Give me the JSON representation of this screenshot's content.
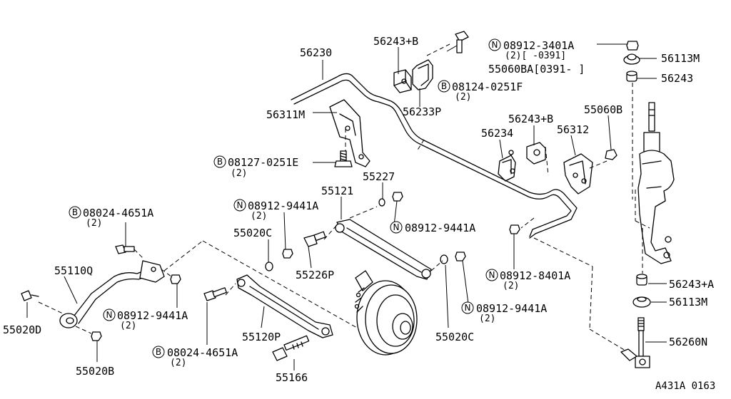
{
  "diagram": {
    "ref_code": "A431A 0163",
    "labels": {
      "p56230": "56230",
      "p56311M": "56311M",
      "b08127": "08127-0251E",
      "b08127_qty": "(2)",
      "p56243B_top": "56243+B",
      "b08124": "08124-0251F",
      "b08124_qty": "(2)",
      "p56233P": "56233P",
      "n08912_3401A": "08912-3401A",
      "n08912_3401A_qty": "(2)[      -0391]",
      "p55060BA": "55060BA[0391-      ]",
      "p56113M_top": "56113M",
      "p56243_top": "56243",
      "p56243B_mid": "56243+B",
      "p56234": "56234",
      "p56312": "56312",
      "p55060B": "55060B",
      "p55227": "55227",
      "p55121": "55121",
      "n08912_9441A_a": "08912-9441A",
      "n08912_9441A_a_qty": "(2)",
      "n08912_9441A_b": "08912-9441A",
      "p55020C_left": "55020C",
      "p55226P": "55226P",
      "b08024_top": "08024-4651A",
      "b08024_top_qty": "(2)",
      "p55110Q": "55110Q",
      "p55020D": "55020D",
      "n08912_9441A_c": "08912-9441A",
      "n08912_9441A_c_qty": "(2)",
      "p55020B": "55020B",
      "p55120P": "55120P",
      "b08024_bot": "08024-4651A",
      "b08024_bot_qty": "(2)",
      "p55166": "55166",
      "p55020C_right": "55020C",
      "n08912_9441A_d": "08912-9441A",
      "n08912_9441A_d_qty": "(2)",
      "n08912_8401A": "08912-8401A",
      "n08912_8401A_qty": "(2)",
      "p56243A": "56243+A",
      "p56113M_mid": "56113M",
      "p56260N": "56260N"
    },
    "prefix_letters": {
      "bolt": "B",
      "nut": "N"
    }
  }
}
